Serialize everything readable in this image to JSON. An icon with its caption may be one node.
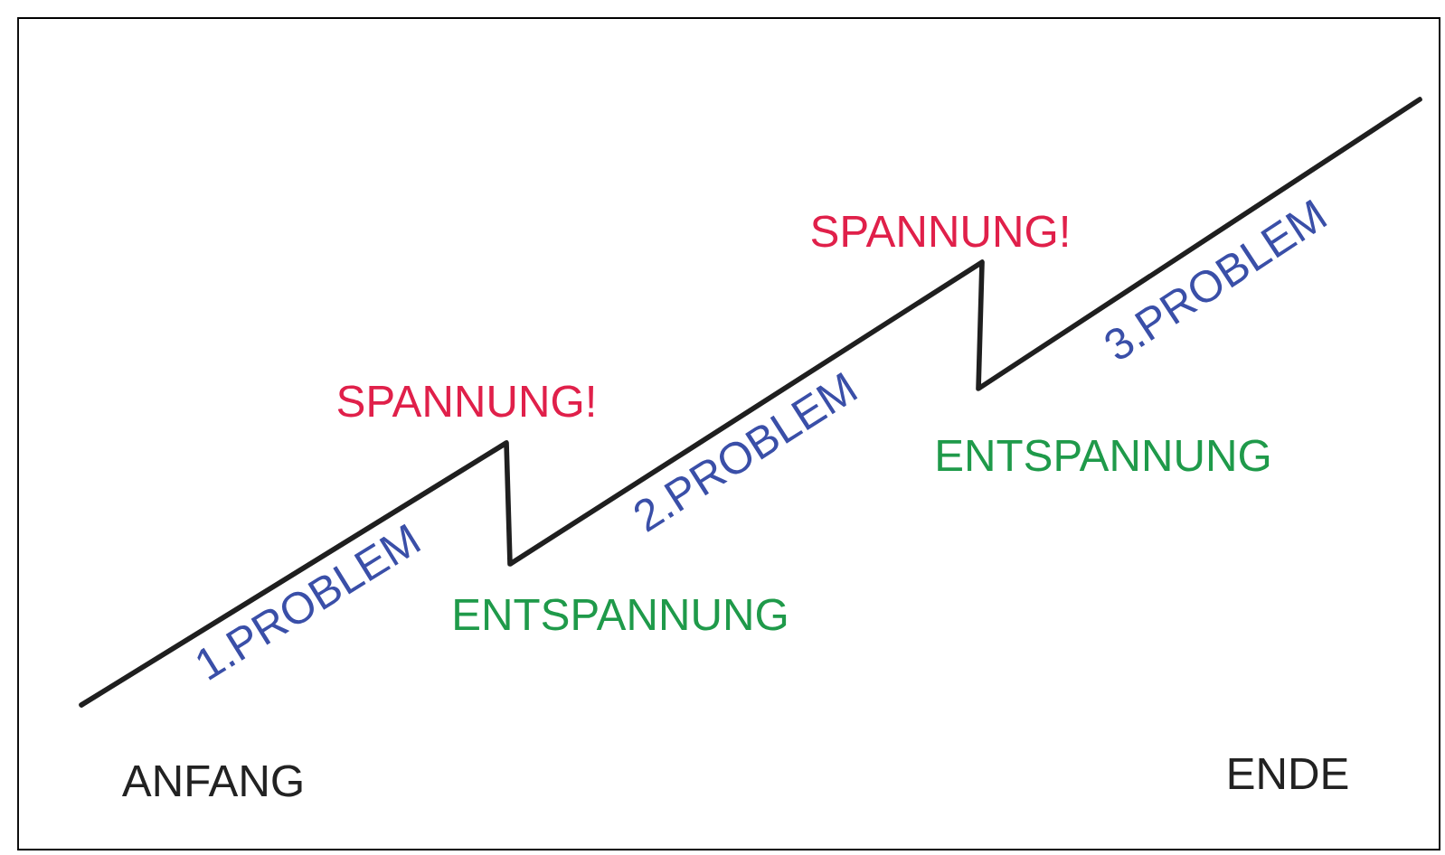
{
  "diagram": {
    "labels": [
      "SPANNUNG!",
      "SPANNUNG!",
      "1.PROBLEM",
      "ENTSPANNUNG",
      "2.PROBLEM",
      "ENTSPANNUNG",
      "3.PROBLEM",
      "ANFANG",
      "ENDE"
    ]
  }
}
